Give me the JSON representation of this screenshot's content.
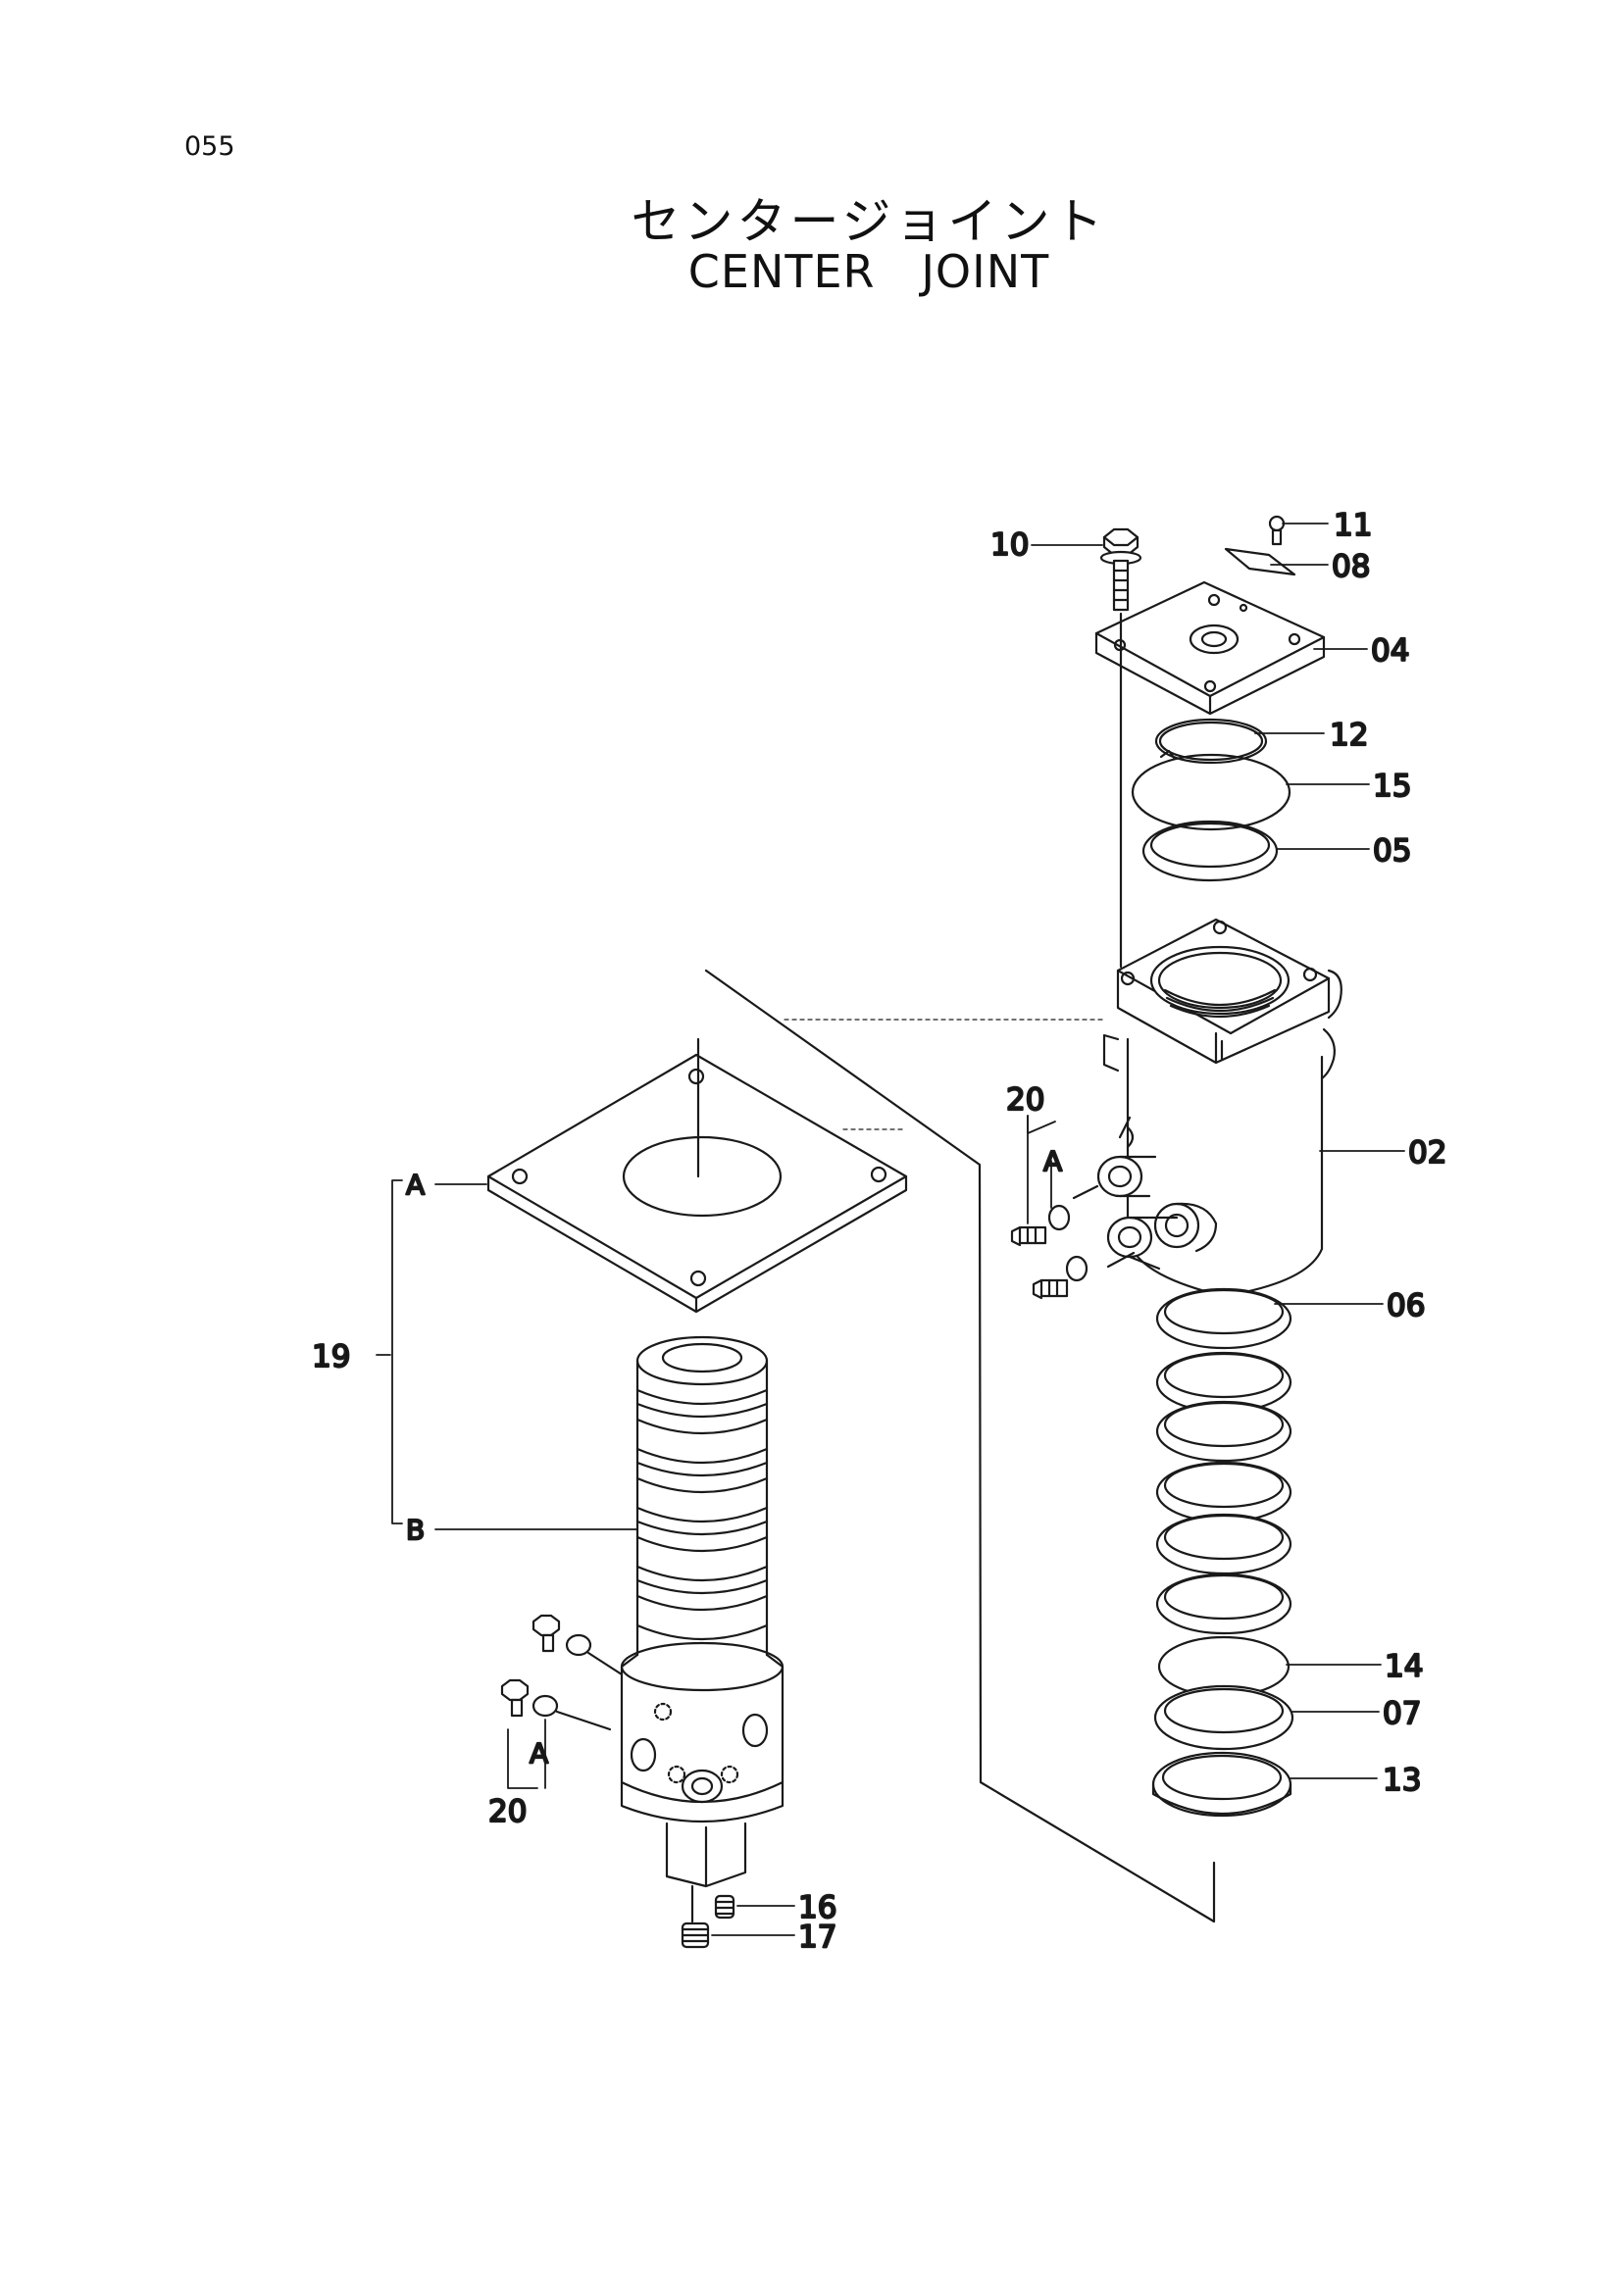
{
  "page": {
    "number": "055"
  },
  "title": {
    "jp": "センタージョイント",
    "en": "CENTER   JOINT"
  },
  "callouts": {
    "p10": "10",
    "p11": "11",
    "p08": "08",
    "p04": "04",
    "p12": "12",
    "p15": "15",
    "p05": "05",
    "p02": "02",
    "p06": "06",
    "p14": "14",
    "p07": "07",
    "p13": "13",
    "p20_right": "20",
    "a_right": "A",
    "p19": "19",
    "a_left": "A",
    "b_left": "B",
    "p20_left": "20",
    "a_left_low": "A",
    "p16": "16",
    "p17": "17"
  },
  "colors": {
    "ink": "#1a1a1a",
    "paper": "#ffffff"
  }
}
